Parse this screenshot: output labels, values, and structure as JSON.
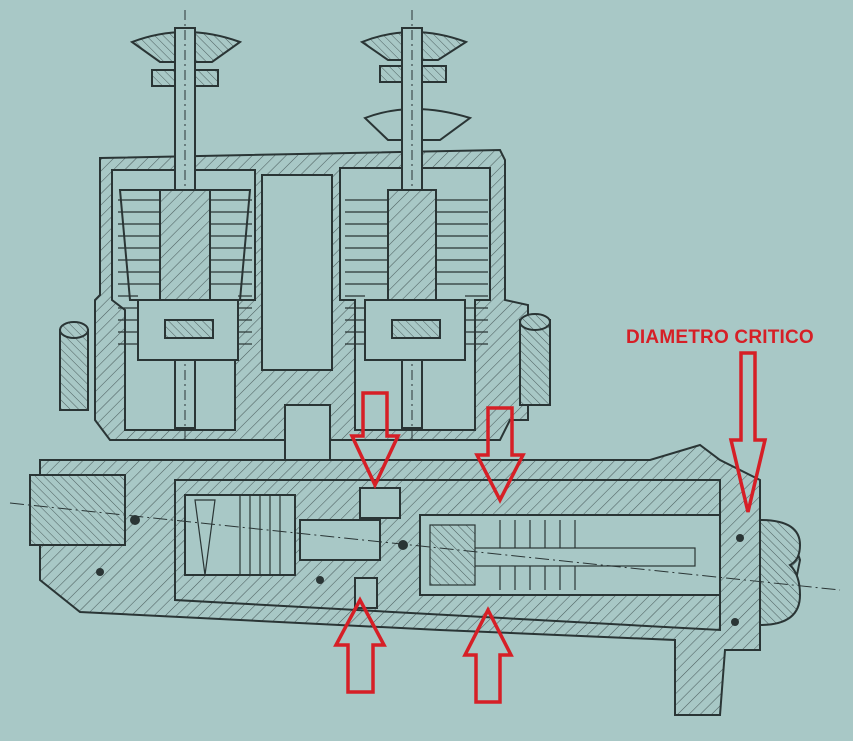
{
  "annotation": {
    "label": "DIAMETRO CRITICO",
    "color": "#d61f26"
  },
  "colors": {
    "paper": "#a8c8c6",
    "ink": "#2a3535",
    "hatch": "#4d5f5f"
  },
  "arrows": [
    {
      "name": "critical-diameter-arrow",
      "direction": "down"
    },
    {
      "name": "upper-left-arrow",
      "direction": "down"
    },
    {
      "name": "upper-right-arrow",
      "direction": "down"
    },
    {
      "name": "lower-left-arrow",
      "direction": "up"
    },
    {
      "name": "lower-right-arrow",
      "direction": "up"
    }
  ]
}
